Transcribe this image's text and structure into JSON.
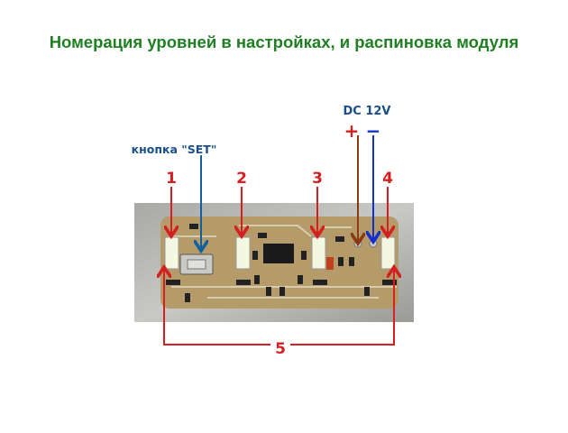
{
  "title": "Номерация уровней в настройках, и распиновка модуля",
  "labels": {
    "set_button": "кнопка \"SET\"",
    "power": "DC 12V",
    "plus": "+",
    "minus": "−",
    "level_1": "1",
    "level_2": "2",
    "level_3": "3",
    "level_4": "4",
    "level_5": "5"
  },
  "colors": {
    "title": "#1f7f22",
    "level_arrows": "#d42020",
    "set_arrow": "#1060a0",
    "plus_wire": "#8b3a10",
    "minus_wire": "#1030d0",
    "power_label": "#1a4f8a"
  }
}
